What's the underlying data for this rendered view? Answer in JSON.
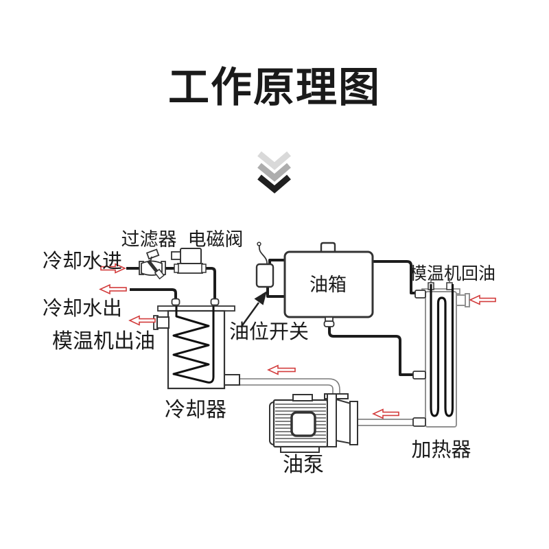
{
  "title": "工作原理图",
  "divider": {
    "icon": "triple-chevron-down",
    "colors": [
      "#d9d9d9",
      "#adadad",
      "#1f1f1f"
    ]
  },
  "diagram": {
    "labels": {
      "filter": "过滤器",
      "solenoid_valve": "电磁阀",
      "cooling_water_in": "冷却水进",
      "cooling_water_out": "冷却水出",
      "machine_oil_out": "模温机出油",
      "oil_level_switch": "油位开关",
      "oil_tank": "油箱",
      "machine_oil_return": "模温机回油",
      "cooler": "冷却器",
      "oil_pump": "油泵",
      "heater": "加热器"
    },
    "components": [
      "y-strainer-filter",
      "solenoid-valve",
      "cooler-with-coil",
      "oil-level-switch-sensor",
      "oil-tank",
      "oil-pump-motor",
      "heater-with-elements"
    ],
    "flow_arrows": [
      {
        "at": "cooling-water-inlet",
        "direction": "right"
      },
      {
        "at": "cooling-water-outlet",
        "direction": "left"
      },
      {
        "at": "machine-oil-outlet",
        "direction": "left"
      },
      {
        "at": "pump-to-cooler-pipe",
        "direction": "left"
      },
      {
        "at": "heater-to-pump-pipe",
        "direction": "left"
      },
      {
        "at": "oil-return-inlet",
        "direction": "left"
      }
    ],
    "colors": {
      "pipe_line": "#1c1c1c",
      "component_outline": "#333333",
      "light_outline": "#909090",
      "flow_arrow": "#d23c3c",
      "text": "#1a1a1a",
      "background": "#ffffff"
    }
  }
}
